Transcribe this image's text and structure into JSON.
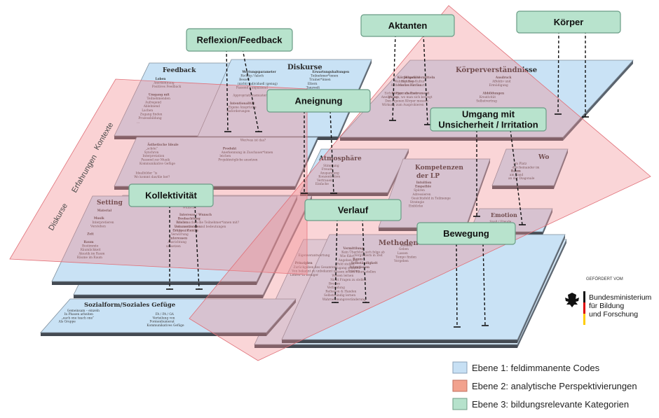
{
  "side_labels": [
    "Diskurse",
    "Erfahrungen",
    "Kontexte"
  ],
  "tiles": [
    {
      "name": "feedback",
      "title": "Feedback",
      "lines": [
        "Loben",
        "Anerkennung",
        "Positives Feedback",
        "",
        "Umgang mit",
        "Teilnehmenden",
        "Aufregend",
        "Ablehnend",
        "Lachen",
        "Zugang finden",
        "Prozessbildung",
        "..."
      ]
    },
    {
      "name": "diskurse",
      "title": "Diskurse",
      "lines": [
        "Wertungsparameter",
        "Richtig / falsch",
        "Besser",
        "(nicht) individuell (genug)",
        "Passend / unpassend",
        "",
        "Appropriationsmuster",
        "",
        "Intentionalität",
        "Eigene Ansprüche",
        "Anforderungen",
        "",
        "Erwartungshaltungen",
        "Teilnehmer*innen",
        "Trainer*innen",
        "Eltern",
        "Tanzwelt"
      ]
    },
    {
      "name": "koerper",
      "title": "Körperverständnisse",
      "lines": [
        "Wissen vermitteln",
        "Hip-Hop-Kultur",
        "Merken für Tanzt",
        "",
        "Körper als Instrument",
        "Wissen, wo man sich bewegt",
        "Den eigenen Körper messen",
        "Wirkung zum Ausprobieren",
        "",
        "Ausdruck",
        "Affektiv und",
        "Ermüdigung",
        "",
        "Abbildungen",
        "Kreativität",
        "Selbstvertrag",
        "",
        "Körpergefühl",
        "Wahrnehmen",
        "Ästhetische Formen",
        "",
        "Sich in Figur machen",
        "Aneignung"
      ]
    },
    {
      "name": "aesthetische",
      "title": "",
      "lines": [
        "Ästhetische Ideale",
        "„schön“",
        "Synchron",
        "Interpretation",
        "Passend zur Musik",
        "Kommunikative Gefüge",
        "",
        "Produkt",
        "Anerkennung in Zuschauer*innen",
        "leichen",
        "Projektmögliche ansetzen",
        "",
        "Idealbilder “is",
        "Wo kommt das/die her?",
        "",
        "Wer/was ist das?"
      ]
    },
    {
      "name": "atmosphaere",
      "title": "Atmosphäre",
      "lines": [
        "Stimmung",
        "Freude",
        "Anspannung",
        "Konzentration",
        "Vertrauen",
        "Einfache"
      ]
    },
    {
      "name": "kompetenzen",
      "title": "Kompetenzen der LP",
      "lines": [
        "Intuition",
        "Empathie",
        "Spüren",
        "Adressieren",
        "Gesichtsfeld in Teilmenge",
        "Strategie",
        "Einblicke"
      ]
    },
    {
      "name": "wo",
      "title": "Wo",
      "lines": [
        "am Platz",
        "durcheinander im",
        "Raum",
        "am Rand",
        "an der Diagonale"
      ]
    },
    {
      "name": "setting",
      "title": "Setting",
      "lines": [
        "Material",
        "",
        "Musik",
        "Interpretieren",
        "Verstehen",
        "",
        "Zeit",
        "",
        "Raum",
        "Bestimmte",
        "Räumlichkeit",
        "Akustik im Raum",
        "Räume im Raum",
        "",
        "Interessen",
        "Wünsche",
        "",
        "Interesse / Wunsch",
        "",
        "Was brauchen die Teilnehmer*innen mit?",
        "Voraussetzungen",
        "Gruppe / Familie",
        "",
        "Beobachtung",
        "Erleben",
        "Dokumentieren und bedeutungen",
        "Erfolg und nicht",
        "Verwirrung",
        "Interessen",
        "Ausrichtung",
        "umsetzen"
      ]
    },
    {
      "name": "emotion",
      "title": "Emotion",
      "lines": [
        "Spaß / Freude",
        "Frustration"
      ]
    },
    {
      "name": "methoden",
      "title": "Methoden",
      "lines": [
        "Vermittlung",
        "Kein Überblick sich folge ab",
        "Wie führt",
        "Angeben soll",
        "Feld stellen",
        "Zugang schaffen",
        "Wissen in den Raum stellen",
        "Wissen lernen",
        "Nicht Fragen zu stellen",
        "Breiten",
        "Verbindung",
        "Reflexion & Handen",
        "Selbstständig lernen",
        "Wahrnehmungsveränderung",
        "",
        "Lernen",
        "Geben",
        "Lassen",
        "Tempo finden",
        "Vorgeben",
        "",
        "Raum",
        "",
        "Intentionen",
        "Erleben",
        "Vergrößern in Zeit",
        "",
        "Selbständigkeit",
        "Eigenverantwortung",
        "",
        "Prinzipien",
        "Zurückgeben des Gesamten",
        "Von bekannt zu unbekannt",
        "Lehrer*in weniger",
        "Weniger, zeigen, mehr bewegen",
        "Sich umstellen"
      ]
    },
    {
      "name": "sozialform",
      "title": "Sozialform/Soziales Gefüge",
      "lines": [
        "Gemeinsam – einzeln",
        "In Phasen arbeiten",
        "„each one teach one“",
        "Als Gruppe",
        "",
        "FA / PA / GA",
        "Verteilung von",
        "Formenhumerat",
        "Kommunikatives Gefüge"
      ]
    }
  ],
  "categories": [
    {
      "name": "reflexion-feedback",
      "lines": [
        "Reflexion/Feedback"
      ]
    },
    {
      "name": "aktanten",
      "lines": [
        "Aktanten"
      ]
    },
    {
      "name": "koerper",
      "lines": [
        "Körper"
      ]
    },
    {
      "name": "aneignung",
      "lines": [
        "Aneignung"
      ]
    },
    {
      "name": "umgang-unsicherheit",
      "lines": [
        "Umgang mit",
        "Unsicherheit / Irritation"
      ]
    },
    {
      "name": "kollektivitaet",
      "lines": [
        "Kollektivität"
      ]
    },
    {
      "name": "verlauf",
      "lines": [
        "Verlauf"
      ]
    },
    {
      "name": "bewegung",
      "lines": [
        "Bewegung"
      ]
    }
  ],
  "legend": [
    {
      "label": "Ebene 1: feldimmanente Codes",
      "color": "#c7e0f4",
      "border": "#8aa0b8"
    },
    {
      "label": "Ebene 2: analytische Perspektivierungen",
      "color": "#f2a28e",
      "border": "#c07060"
    },
    {
      "label": "Ebene 3: bildungsrelevante Kategorien",
      "color": "#b6e2cc",
      "border": "#6f9c86"
    }
  ],
  "funder": {
    "small": "GEFÖRDERT VOM",
    "lines": [
      "Bundesministerium",
      "für Bildung",
      "und Forschung"
    ]
  },
  "colors": {
    "tile": "#c9e2f5",
    "tile_edge": "#7f8e9b",
    "tile_shadow": "#444a52",
    "overlay": "#f07d84",
    "category_fill": "#b8e3cd",
    "category_border": "#6a9c86"
  }
}
